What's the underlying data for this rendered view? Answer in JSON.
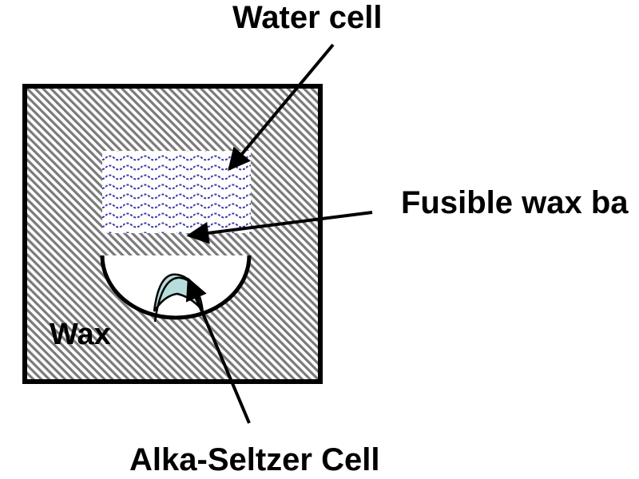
{
  "labels": {
    "water_cell": "Water cell",
    "fusible_wax_barrier": "Fusible wax ba",
    "wax": "Wax",
    "alka_seltzer_cell": "Alka-Seltzer Cell"
  },
  "colors": {
    "outline": "#000000",
    "wax_hatch_dark": "#7a7a7a",
    "wax_hatch_light": "#ffffff",
    "water_wave": "#3a3aa8",
    "tablet_fill": "#b7dcdc",
    "background": "#ffffff"
  }
}
